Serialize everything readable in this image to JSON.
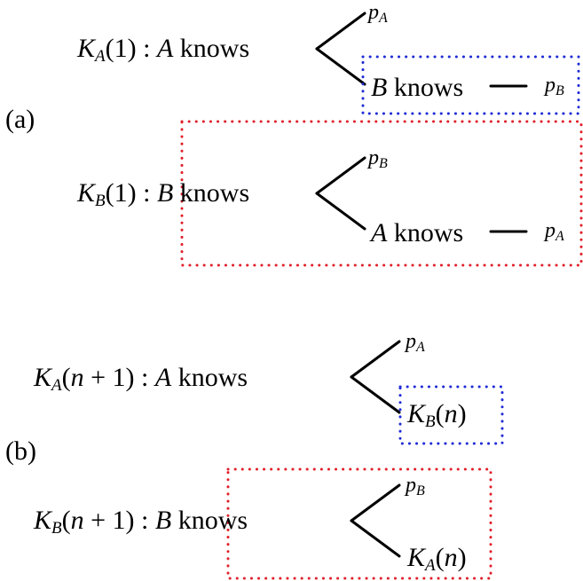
{
  "labels": {
    "part_a": "(a)",
    "part_b": "(b)"
  },
  "diagram_a": {
    "top": {
      "k_letter": "K",
      "k_sub": "A",
      "k_arg": "(1)",
      "colon": ":",
      "agent": "A",
      "knows": "knows",
      "leaf_upper_p": "p",
      "leaf_upper_sub": "A",
      "leaf_lower_agent": "B",
      "leaf_lower_knows": "knows",
      "leaf_lower_p": "p",
      "leaf_lower_sub": "B"
    },
    "bottom": {
      "k_letter": "K",
      "k_sub": "B",
      "k_arg": "(1)",
      "colon": ":",
      "agent": "B",
      "knows": "knows",
      "leaf_upper_p": "p",
      "leaf_upper_sub": "B",
      "leaf_lower_agent": "A",
      "leaf_lower_knows": "knows",
      "leaf_lower_p": "p",
      "leaf_lower_sub": "A"
    }
  },
  "diagram_b": {
    "top": {
      "k_letter": "K",
      "k_sub": "A",
      "k_arg_open": "(",
      "k_arg_n": "n",
      "k_arg_rest": " + 1)",
      "colon": ":",
      "agent": "A",
      "knows": "knows",
      "leaf_upper_p": "p",
      "leaf_upper_sub": "A",
      "leaf_lower_k": "K",
      "leaf_lower_ksub": "B",
      "leaf_lower_open": "(",
      "leaf_lower_n": "n",
      "leaf_lower_close": ")"
    },
    "bottom": {
      "k_letter": "K",
      "k_sub": "B",
      "k_arg_open": "(",
      "k_arg_n": "n",
      "k_arg_rest": " + 1)",
      "colon": ":",
      "agent": "B",
      "knows": "knows",
      "leaf_upper_p": "p",
      "leaf_upper_sub": "B",
      "leaf_lower_k": "K",
      "leaf_lower_ksub": "A",
      "leaf_lower_open": "(",
      "leaf_lower_n": "n",
      "leaf_lower_close": ")"
    }
  },
  "colors": {
    "blue_box": "#1f2bd6",
    "red_box": "#e0202a",
    "lines": "#000000"
  }
}
